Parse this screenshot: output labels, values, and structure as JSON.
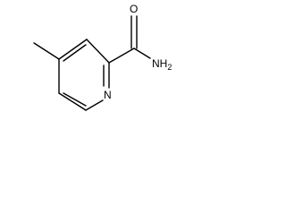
{
  "molecule": {
    "atoms": {
      "oxygen": "O",
      "amide": "NH",
      "amide_subscript": "2",
      "ring_nitrogen": "N"
    },
    "colors": {
      "bond": "#000000",
      "background": "#ffffff"
    }
  }
}
